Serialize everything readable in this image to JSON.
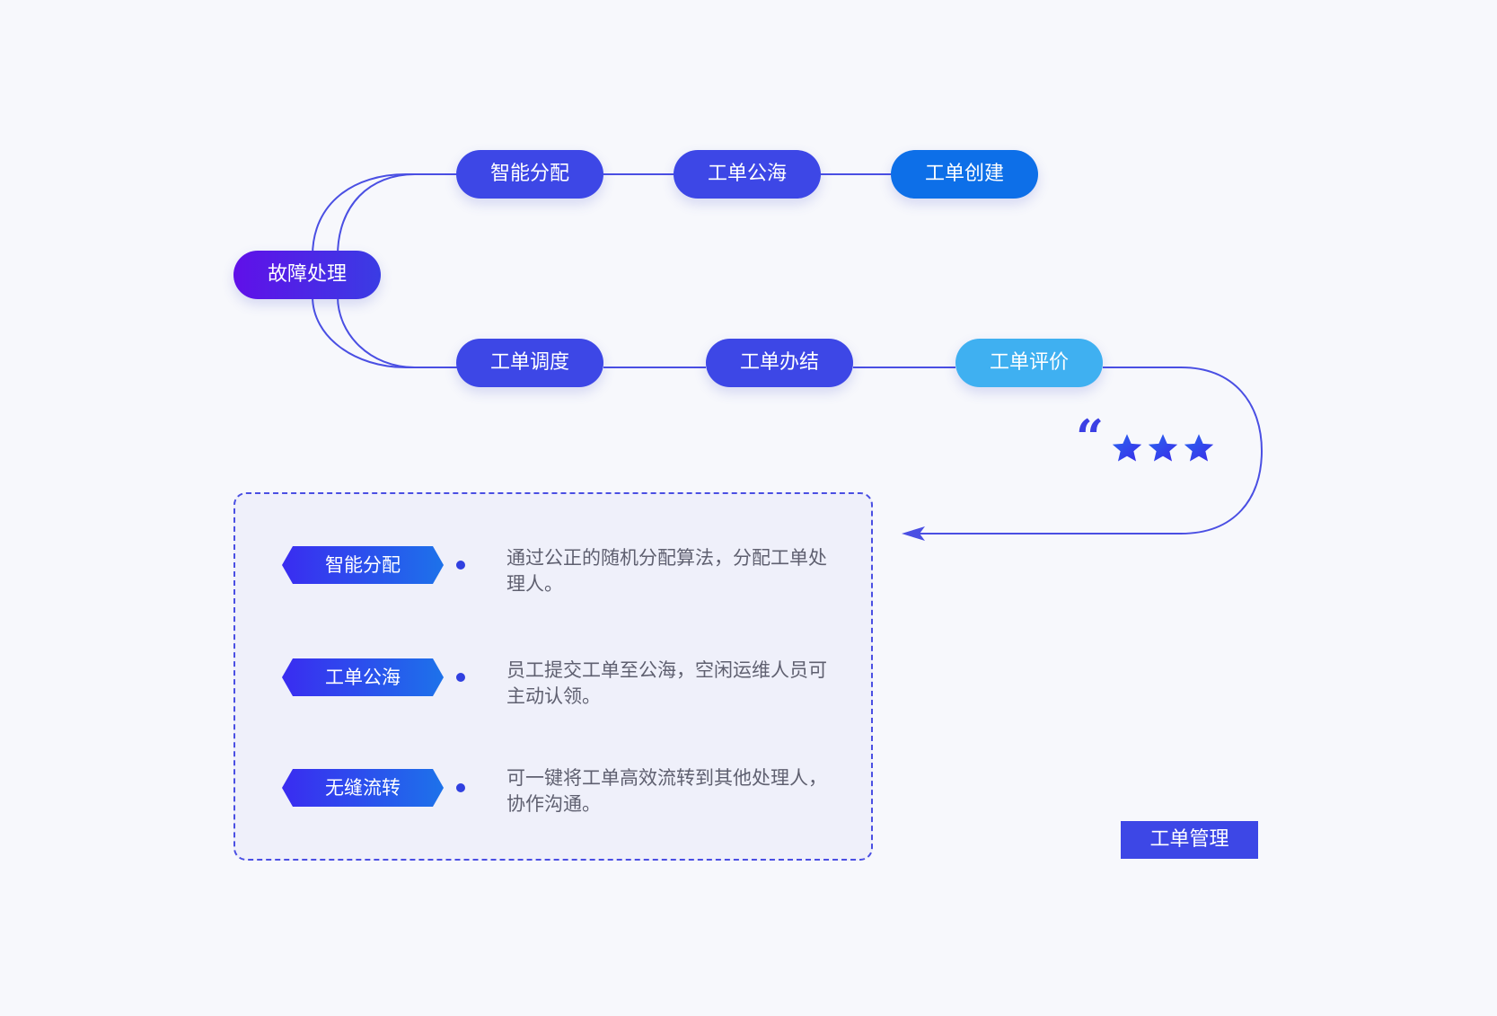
{
  "flow": {
    "root": "故障处理",
    "top_row": [
      "智能分配",
      "工单公海",
      "工单创建"
    ],
    "bottom_row": [
      "工单调度",
      "工单办结",
      "工单评价"
    ]
  },
  "rating": {
    "quote_icon": "quote-mark-icon",
    "stars": 3,
    "star_icon": "star-icon"
  },
  "features": [
    {
      "tag": "智能分配",
      "text": "通过公正的随机分配算法，分配工单处理人。"
    },
    {
      "tag": "工单公海",
      "text": "员工提交工单至公海，空闲运维人员可主动认领。"
    },
    {
      "tag": "无缝流转",
      "text": "可一键将工单高效流转到其他处理人，协作沟通。"
    }
  ],
  "caption": "工单管理",
  "colors": {
    "primary": "#3d47e6",
    "accent_blue": "#0d6fe8",
    "light_blue": "#3fb0f1",
    "purple": "#6010e8",
    "line": "#4a4fe3",
    "panel_bg": "#eff0fa"
  }
}
